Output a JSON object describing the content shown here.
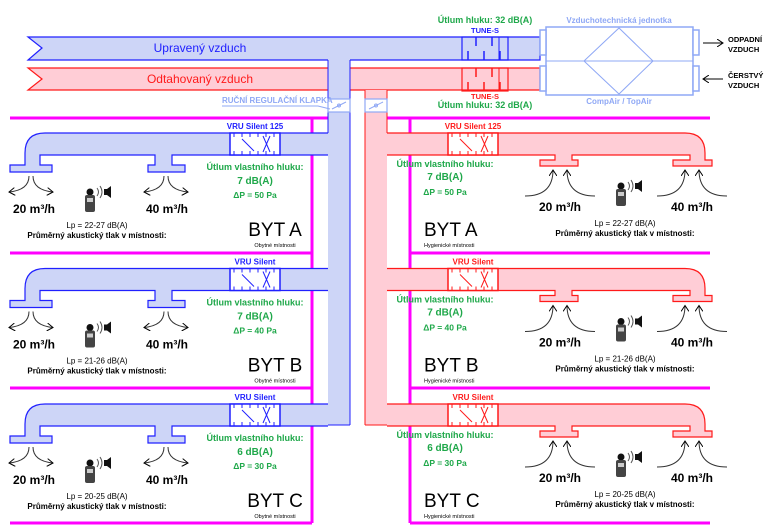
{
  "header": {
    "supply_duct_label": "Upravený vzduch",
    "extract_duct_label": "Odtahovaný vzduch",
    "damper_label": "RUČNÍ REGULAČNÍ KLAPKA",
    "supply_silencer": {
      "name": "TUNE-S",
      "attenuation": "Útlum hluku: 32 dB(A)"
    },
    "extract_silencer": {
      "name": "TUNE-S",
      "attenuation": "Útlum hluku: 32 dB(A)"
    },
    "ahu_title": "Vzduchotechnická jednotka",
    "ahu_model": "CompAir / TopAir",
    "exhaust_label": [
      "ODPADNÍ",
      "VZDUCH"
    ],
    "fresh_label": [
      "ČERSTVÝ",
      "VZDUCH"
    ]
  },
  "shared": {
    "noise_label": "Útlum vlastního hluku:",
    "flows": [
      "20 m³/h",
      "40 m³/h"
    ],
    "lp_caption": "Průměrný akustický tlak v místnosti:"
  },
  "left": [
    {
      "vru": "VRU Silent 125",
      "noise": "7 dB(A)",
      "dp": "ΔP = 50 Pa",
      "lp": "Lp = 22-27 dB(A)",
      "byt": "BYT A",
      "room": "Obytné místnosti"
    },
    {
      "vru": "VRU Silent",
      "noise": "7 dB(A)",
      "dp": "ΔP = 40 Pa",
      "lp": "Lp = 21-26 dB(A)",
      "byt": "BYT B",
      "room": "Obytné místnosti"
    },
    {
      "vru": "VRU Silent",
      "noise": "6 dB(A)",
      "dp": "ΔP = 30 Pa",
      "lp": "Lp = 20-25 dB(A)",
      "byt": "BYT C",
      "room": "Obytné místnosti"
    }
  ],
  "right": [
    {
      "vru": "VRU Silent 125",
      "noise": "7 dB(A)",
      "dp": "ΔP = 50 Pa",
      "lp": "Lp = 22-27 dB(A)",
      "byt": "BYT A",
      "room": "Hygienické místnosti"
    },
    {
      "vru": "VRU Silent",
      "noise": "7 dB(A)",
      "dp": "ΔP = 40 Pa",
      "lp": "Lp = 21-26 dB(A)",
      "byt": "BYT B",
      "room": "Hygienické místnosti"
    },
    {
      "vru": "VRU Silent",
      "noise": "6 dB(A)",
      "dp": "ΔP = 30 Pa",
      "lp": "Lp = 20-25 dB(A)",
      "byt": "BYT C",
      "room": "Hygienické místnosti"
    }
  ],
  "colors": {
    "supply_fill": "#cdd5f7",
    "supply_stroke": "#2020ff",
    "extract_fill": "#ffcdd6",
    "extract_stroke": "#ff1a1a",
    "wall": "#ff00ff",
    "green_text": "#1fa84a",
    "ahu": "#8fa8f5"
  }
}
